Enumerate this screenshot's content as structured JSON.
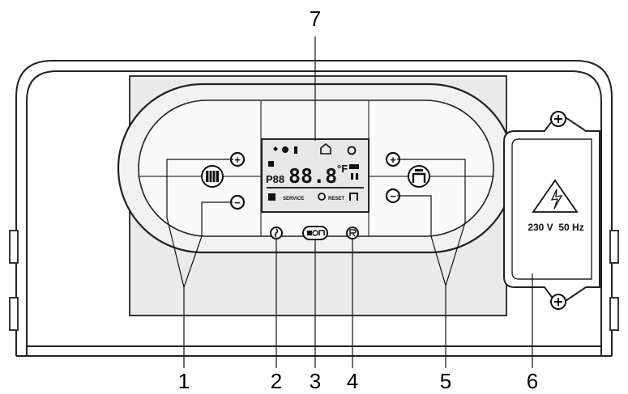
{
  "callouts": {
    "c1": "1",
    "c2": "2",
    "c3": "3",
    "c4": "4",
    "c5": "5",
    "c6": "6",
    "c7": "7"
  },
  "display": {
    "digits_small": "P88",
    "digits_large": "88.8",
    "unit": "°F",
    "service": "SERVICE",
    "reset": "RESET",
    "plus_sign": "+",
    "minus_sign": "−"
  },
  "fuse_cover": {
    "voltage": "230 V  50 Hz"
  },
  "icons": {
    "heating_plus": "plus-circle-icon",
    "heating_minus": "minus-circle-icon",
    "heating": "radiator-icon",
    "dhw_plus": "plus-circle-icon",
    "dhw_minus": "minus-circle-icon",
    "dhw": "tap-icon",
    "info": "info-icon",
    "mode": "mode-selector-icon",
    "reset": "reset-icon",
    "hazard": "electric-hazard-icon"
  }
}
